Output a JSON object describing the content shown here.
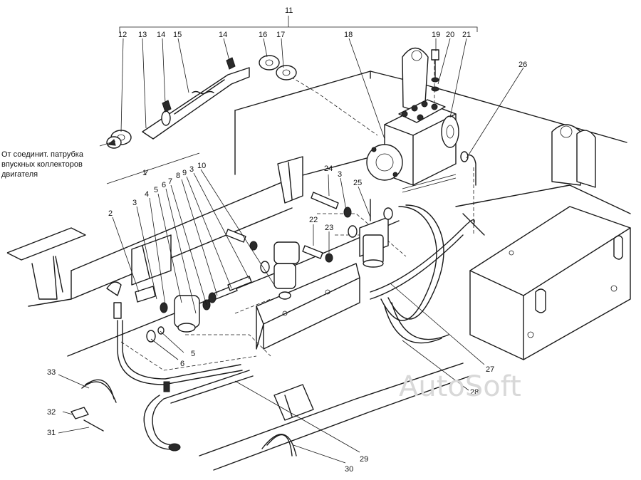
{
  "callouts": [
    {
      "id": "c11",
      "text": "11"
    },
    {
      "id": "c12",
      "text": "12"
    },
    {
      "id": "c13",
      "text": "13"
    },
    {
      "id": "c14a",
      "text": "14"
    },
    {
      "id": "c15",
      "text": "15"
    },
    {
      "id": "c14b",
      "text": "14"
    },
    {
      "id": "c16",
      "text": "16"
    },
    {
      "id": "c17",
      "text": "17"
    },
    {
      "id": "c18",
      "text": "18"
    },
    {
      "id": "c19",
      "text": "19"
    },
    {
      "id": "c20",
      "text": "20"
    },
    {
      "id": "c21",
      "text": "21"
    },
    {
      "id": "c26",
      "text": "26"
    },
    {
      "id": "c1",
      "text": "1"
    },
    {
      "id": "c2",
      "text": "2"
    },
    {
      "id": "c3a",
      "text": "3"
    },
    {
      "id": "c4",
      "text": "4"
    },
    {
      "id": "c5a",
      "text": "5"
    },
    {
      "id": "c6a",
      "text": "6"
    },
    {
      "id": "c7",
      "text": "7"
    },
    {
      "id": "c8",
      "text": "8"
    },
    {
      "id": "c9",
      "text": "9"
    },
    {
      "id": "c3b",
      "text": "3"
    },
    {
      "id": "c10",
      "text": "10"
    },
    {
      "id": "c24",
      "text": "24"
    },
    {
      "id": "c3c",
      "text": "3"
    },
    {
      "id": "c25",
      "text": "25"
    },
    {
      "id": "c22",
      "text": "22"
    },
    {
      "id": "c23",
      "text": "23"
    },
    {
      "id": "c5b",
      "text": "5"
    },
    {
      "id": "c6b",
      "text": "6"
    },
    {
      "id": "c27",
      "text": "27"
    },
    {
      "id": "c28",
      "text": "28"
    },
    {
      "id": "c29",
      "text": "29"
    },
    {
      "id": "c30",
      "text": "30"
    },
    {
      "id": "c31",
      "text": "31"
    },
    {
      "id": "c32",
      "text": "32"
    },
    {
      "id": "c33",
      "text": "33"
    }
  ],
  "note_lines": [
    "От соединит. патрубка",
    "впускных коллекторов",
    "двигателя"
  ],
  "watermark": "AutoSoft"
}
